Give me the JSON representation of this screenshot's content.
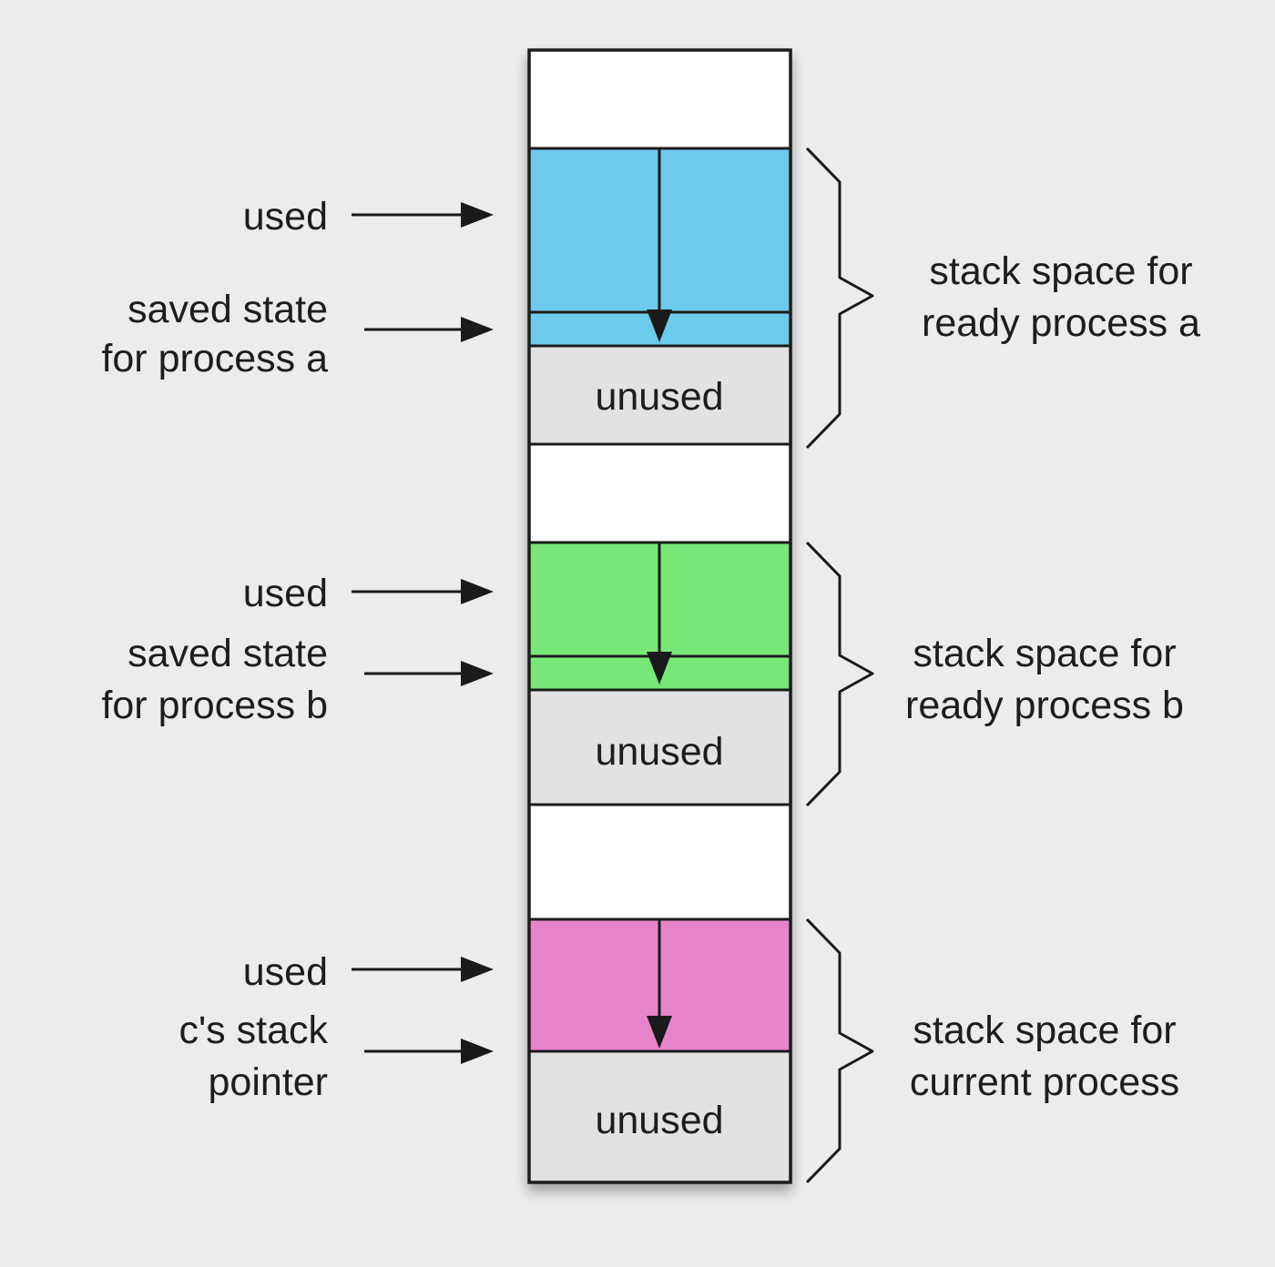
{
  "stack": {
    "colors": {
      "background": "#ececec",
      "empty": "#ffffff",
      "unused": "#e2e2e2",
      "process_a": "#6ccbeb",
      "process_b": "#77e877",
      "current": "#e884cc",
      "line": "#1a1a1a"
    },
    "unused_label": "unused"
  },
  "groups": [
    {
      "id": "a",
      "used_label": "used",
      "pointer_lines": [
        "saved state",
        "for process a"
      ],
      "brace_lines": [
        "stack space for",
        "ready process a"
      ]
    },
    {
      "id": "b",
      "used_label": "used",
      "pointer_lines": [
        "saved state",
        "for process b"
      ],
      "brace_lines": [
        "stack space for",
        "ready process b"
      ]
    },
    {
      "id": "c",
      "used_label": "used",
      "pointer_lines": [
        "c's stack",
        "pointer"
      ],
      "brace_lines": [
        "stack space for",
        "current process"
      ]
    }
  ]
}
